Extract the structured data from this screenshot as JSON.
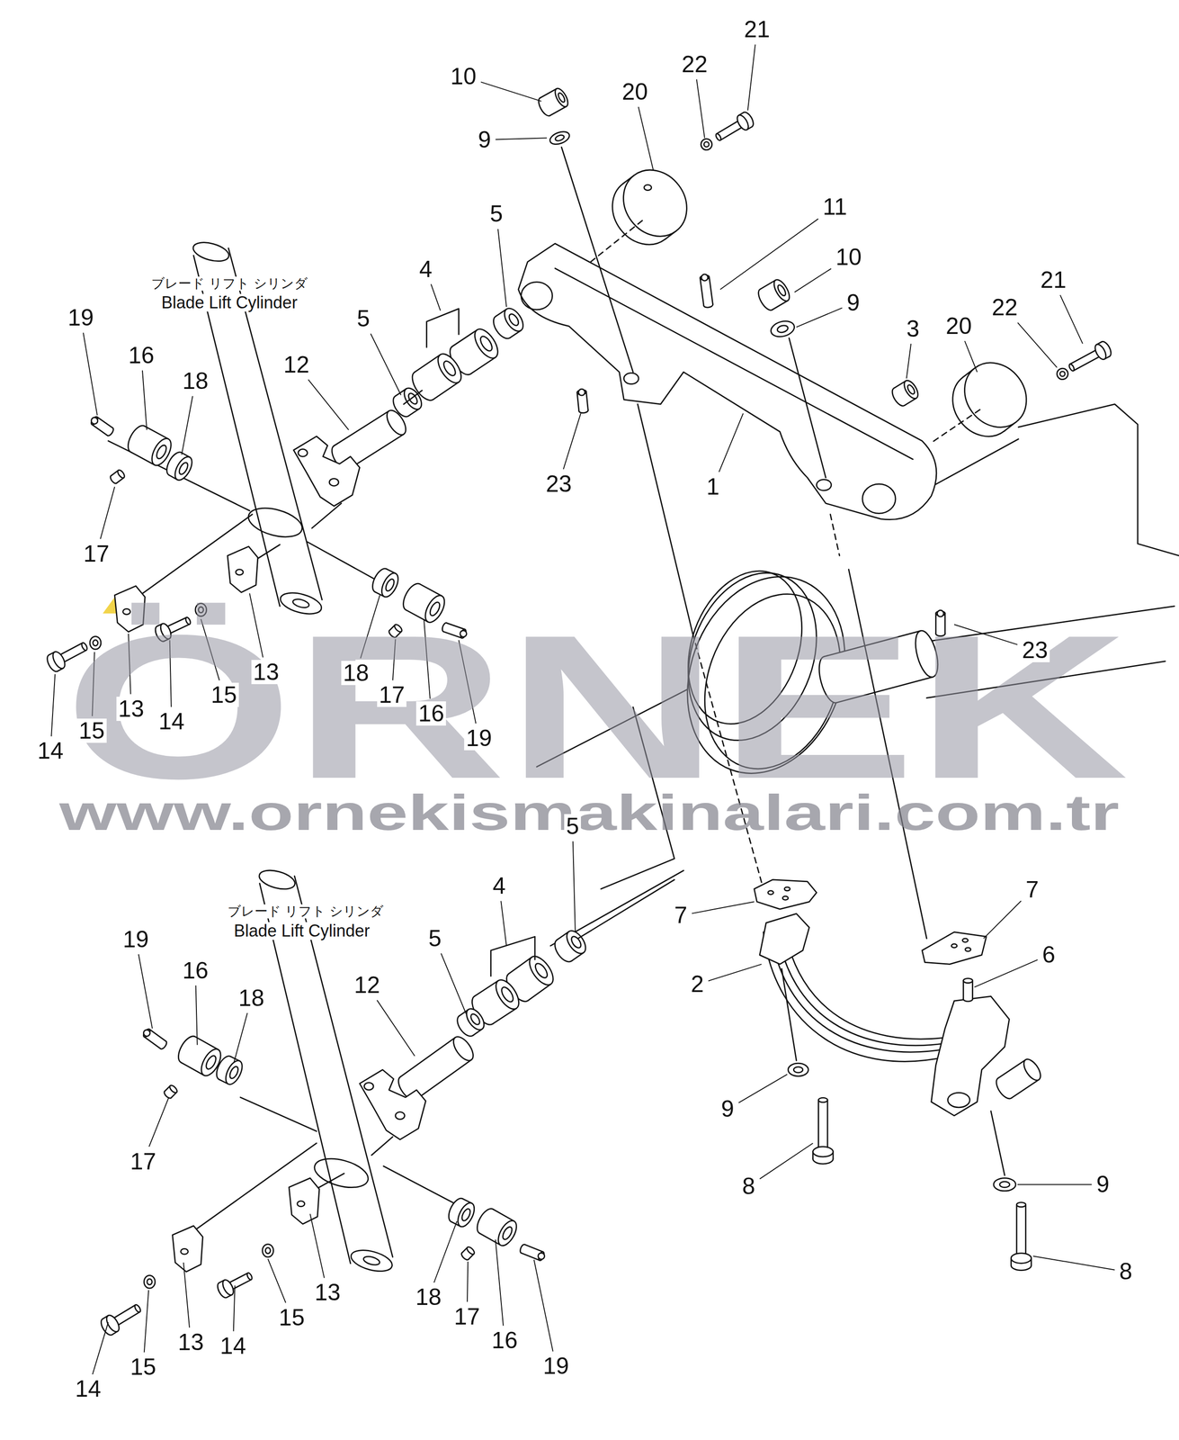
{
  "diagram": {
    "labels": [
      "10",
      "9",
      "20",
      "22",
      "21",
      "11",
      "10",
      "9",
      "3",
      "20",
      "22",
      "21",
      "5",
      "4",
      "5",
      "12",
      "19",
      "16",
      "18",
      "17",
      "1",
      "23",
      "23",
      "13",
      "13",
      "14",
      "15",
      "15",
      "14",
      "18",
      "17",
      "16",
      "19",
      "5",
      "4",
      "5",
      "12",
      "19",
      "16",
      "18",
      "17",
      "7",
      "7",
      "6",
      "2",
      "9",
      "8",
      "9",
      "8",
      "13",
      "15",
      "13",
      "14",
      "15",
      "14",
      "18",
      "17",
      "16",
      "19",
      "ブレード リフト シリンダ",
      "Blade Lift Cylinder",
      "ブレード リフト シリンダ",
      "Blade Lift Cylinder",
      "ÖRNEK",
      "www.ornekismakinalari.com.tr"
    ]
  }
}
